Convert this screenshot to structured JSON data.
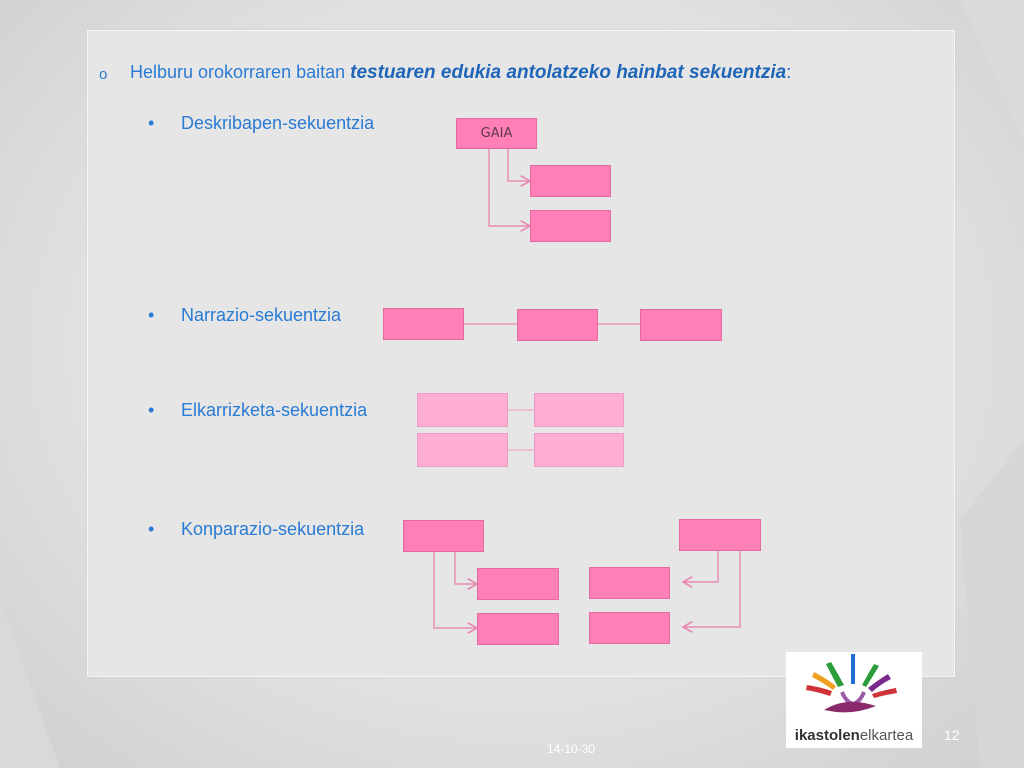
{
  "slide": {
    "heading": {
      "bullet": "o",
      "prefix": "Helburu orokorraren baitan ",
      "emphasis": "testuaren edukia antolatzeko hainbat sekuentzia",
      "suffix": ":"
    },
    "items": [
      {
        "bullet": "•",
        "label": "Deskribapen-sekuentzia"
      },
      {
        "bullet": "•",
        "label": "Narrazio-sekuentzia"
      },
      {
        "bullet": "•",
        "label": "Elkarrizketa-sekuentzia"
      },
      {
        "bullet": "•",
        "label": "Konparazio-sekuentzia"
      }
    ],
    "diagram": {
      "top_box_label": "GAIA"
    },
    "colors": {
      "text": "#2a7bd4",
      "box": "#ff7fb6",
      "box_light": "#ffaed3",
      "connector": "#e88ab4"
    }
  },
  "footer": {
    "date": "14-10-30",
    "page_number": "12",
    "logo_text_bold": "ikastolen",
    "logo_text_regular": "elkartea"
  }
}
